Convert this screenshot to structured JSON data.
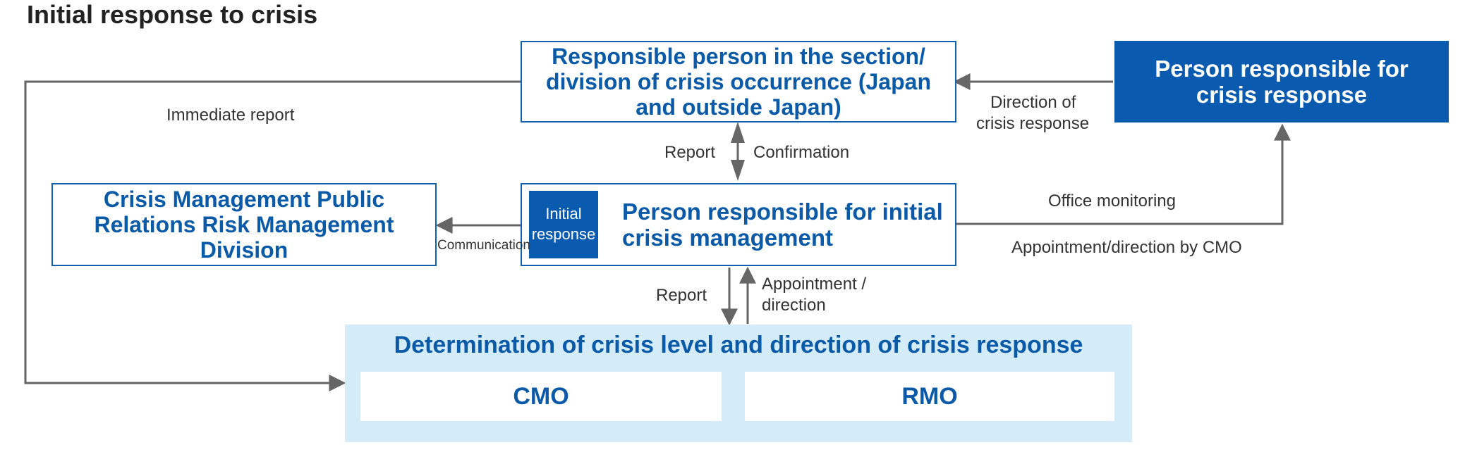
{
  "title": "Initial response to crisis",
  "boxes": {
    "responsible_section": "Responsible person in the section/ division of crisis occurrence (Japan and outside Japan)",
    "person_crisis_response": "Person responsible for crisis response",
    "crisis_pr": "Crisis Management Public Relations Risk Management Division",
    "initial_badge_line1": "Initial",
    "initial_badge_line2": "response",
    "person_initial": "Person responsible for initial crisis management",
    "determination": "Determination of crisis level and direction of crisis response",
    "cmo": "CMO",
    "rmo": "RMO"
  },
  "labels": {
    "immediate_report": "Immediate report",
    "direction_of": "Direction of",
    "crisis_response": "crisis response",
    "report_upper": "Report",
    "confirmation": "Confirmation",
    "communication": "Communication",
    "office_monitoring": "Office monitoring",
    "appointment_cmo": "Appointment/direction by CMO",
    "report_lower": "Report",
    "appointment_line1": "Appointment /",
    "appointment_line2": "direction"
  },
  "colors": {
    "blue": "#0a5bb0",
    "light_blue": "#d4ebf8",
    "arrow": "#666666"
  }
}
